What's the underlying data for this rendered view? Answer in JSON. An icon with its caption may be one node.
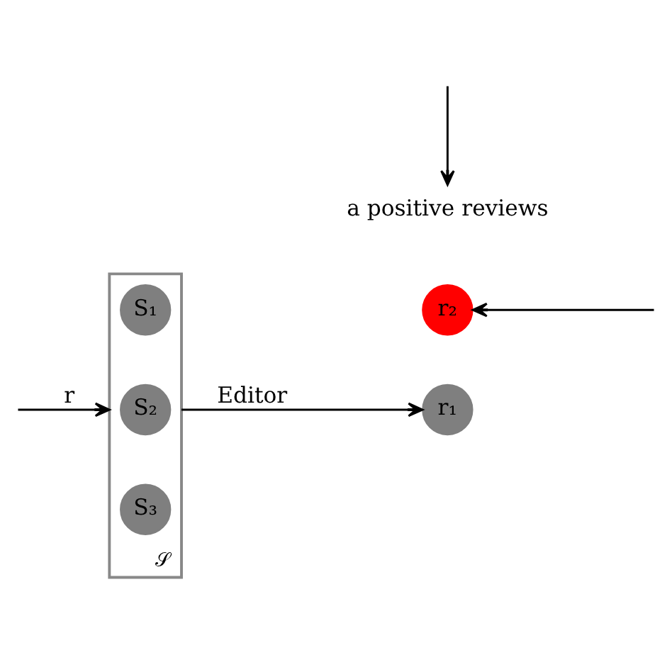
{
  "diagram": {
    "nodes": [
      {
        "text": [
          "𝒮"
        ]
      },
      {
        "text": [
          "S₁"
        ],
        "in": 0
      },
      {
        "text": [
          "S₂"
        ],
        "in": 0
      },
      {
        "text": [
          "S₃"
        ],
        "in": 0
      },
      {
        "text": [
          "r₁"
        ]
      },
      {
        "text": [
          "r₂"
        ]
      },
      {
        "text": [
          "a positive reviews"
        ]
      }
    ],
    "edges": [
      {
        "from": null,
        "to": 0,
        "arrow": "to",
        "label": "r"
      },
      {
        "from": 0,
        "to": 4,
        "arrow": "to",
        "label": "Editor"
      },
      {
        "from": null,
        "to": 5,
        "arrow": "to"
      },
      {
        "from": null,
        "to": 6,
        "arrow": "to"
      }
    ]
  }
}
